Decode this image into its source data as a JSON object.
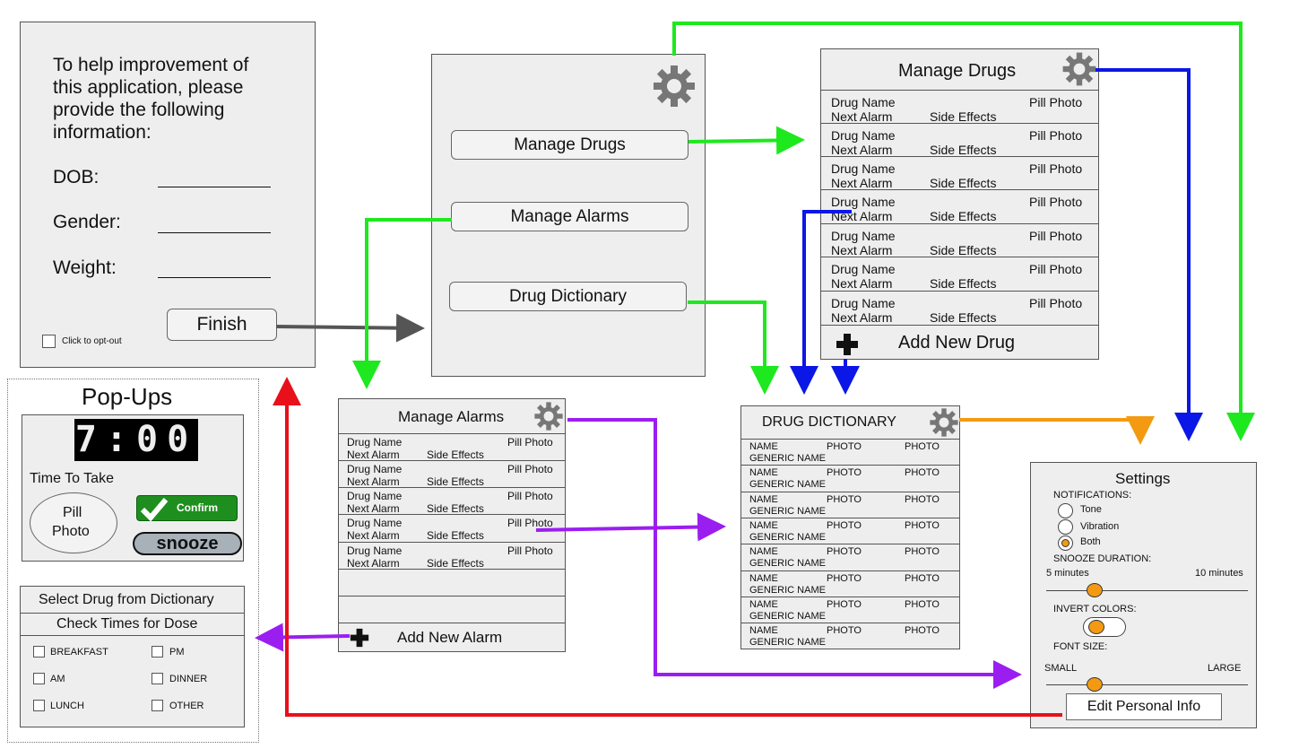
{
  "onboarding": {
    "intro": [
      "To help improvement of",
      "this application, please",
      "provide the following",
      "information:"
    ],
    "dob_label": "DOB:",
    "gender_label": "Gender:",
    "weight_label": "Weight:",
    "optout_label": "Click to opt-out",
    "finish_label": "Finish"
  },
  "main_menu": {
    "manage_drugs_label": "Manage Drugs",
    "manage_alarms_label": "Manage Alarms",
    "drug_dictionary_label": "Drug Dictionary"
  },
  "manage_drugs": {
    "title": "Manage Drugs",
    "row_drug_name": "Drug Name",
    "row_pill_photo": "Pill Photo",
    "row_next_alarm": "Next Alarm",
    "row_side_effects": "Side Effects",
    "add_label": "Add New Drug"
  },
  "manage_alarms": {
    "title": "Manage Alarms",
    "row_drug_name": "Drug Name",
    "row_pill_photo": "Pill Photo",
    "row_next_alarm": "Next Alarm",
    "row_side_effects": "Side Effects",
    "add_label": "Add New Alarm"
  },
  "drug_dictionary": {
    "title": "DRUG DICTIONARY",
    "col_name": "NAME",
    "col_photo": "PHOTO",
    "col_photo2": "PHOTO",
    "col_generic": "GENERIC NAME"
  },
  "settings": {
    "title": "Settings",
    "notifications_label": "NOTIFICATIONS:",
    "opt_tone": "Tone",
    "opt_vibration": "Vibration",
    "opt_both": "Both",
    "snooze_label": "SNOOZE DURATION:",
    "snooze_min": "5 minutes",
    "snooze_max": "10 minutes",
    "invert_label": "INVERT COLORS:",
    "font_label": "FONT SIZE:",
    "font_min": "SMALL",
    "font_max": "LARGE",
    "edit_label": "Edit Personal Info"
  },
  "popups": {
    "title": "Pop-Ups",
    "clock": "7:00",
    "time_to_take": "Time To Take",
    "pill_line1": "Pill",
    "pill_line2": "Photo",
    "confirm": "Confirm",
    "snooze": "snooze",
    "select_drug": "Select Drug from Dictionary",
    "check_times": "Check Times for Dose",
    "opt_breakfast": "BREAKFAST",
    "opt_pm": "PM",
    "opt_am": "AM",
    "opt_dinner": "DINNER",
    "opt_lunch": "LUNCH",
    "opt_other": "OTHER"
  },
  "colors": {
    "green": "#1ee81e",
    "blue": "#0a17e6",
    "purple": "#9b1ef0",
    "orange": "#f39a12",
    "red": "#e8101a",
    "gray": "#555555"
  }
}
